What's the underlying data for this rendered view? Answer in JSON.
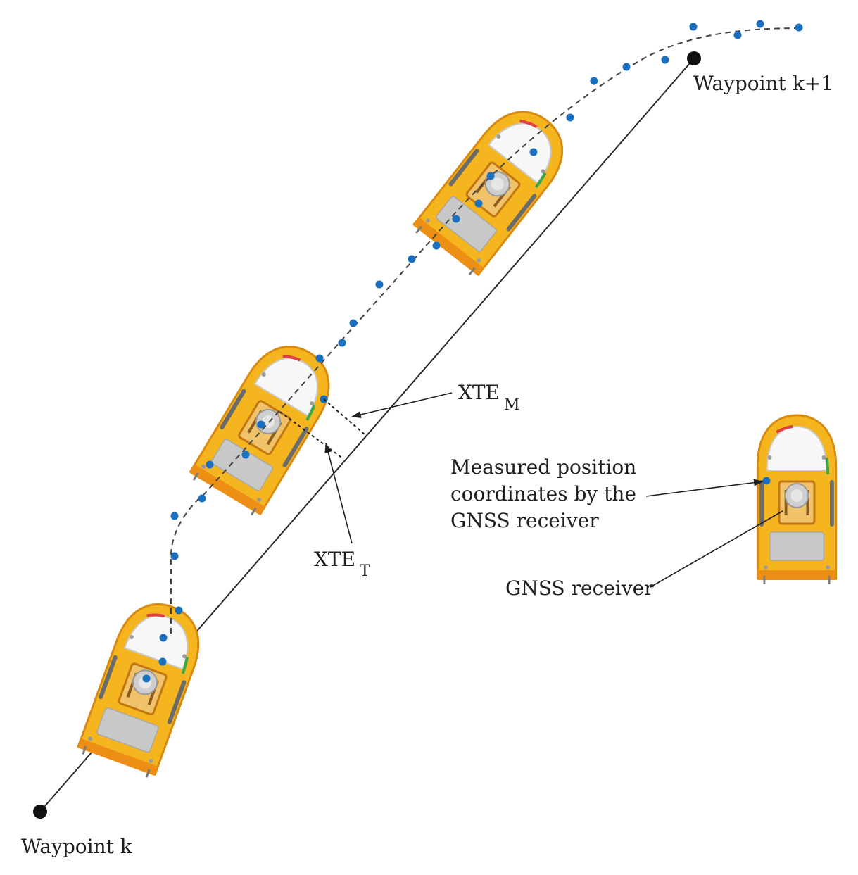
{
  "labels": {
    "waypoint_k": "Waypoint k",
    "waypoint_k1": "Waypoint k+1",
    "xte_m_main": "XTE",
    "xte_m_sub": "M",
    "xte_t_main": "XTE",
    "xte_t_sub": "T",
    "measured_line1": "Measured position",
    "measured_line2": "coordinates by the",
    "measured_line3": "GNSS receiver",
    "gnss_receiver": "GNSS receiver"
  },
  "colors": {
    "hull": "#f5b51e",
    "hull_edge": "#e08a12",
    "dot": "#1a6fbf",
    "line": "#2a2a2a",
    "panel": "#f8f8f8",
    "red_light": "#e04040",
    "green_light": "#3aa845"
  },
  "icons": {
    "vessel": "usv-boat-icon",
    "waypoint": "waypoint-dot-icon",
    "gnss": "gnss-antenna-icon"
  }
}
